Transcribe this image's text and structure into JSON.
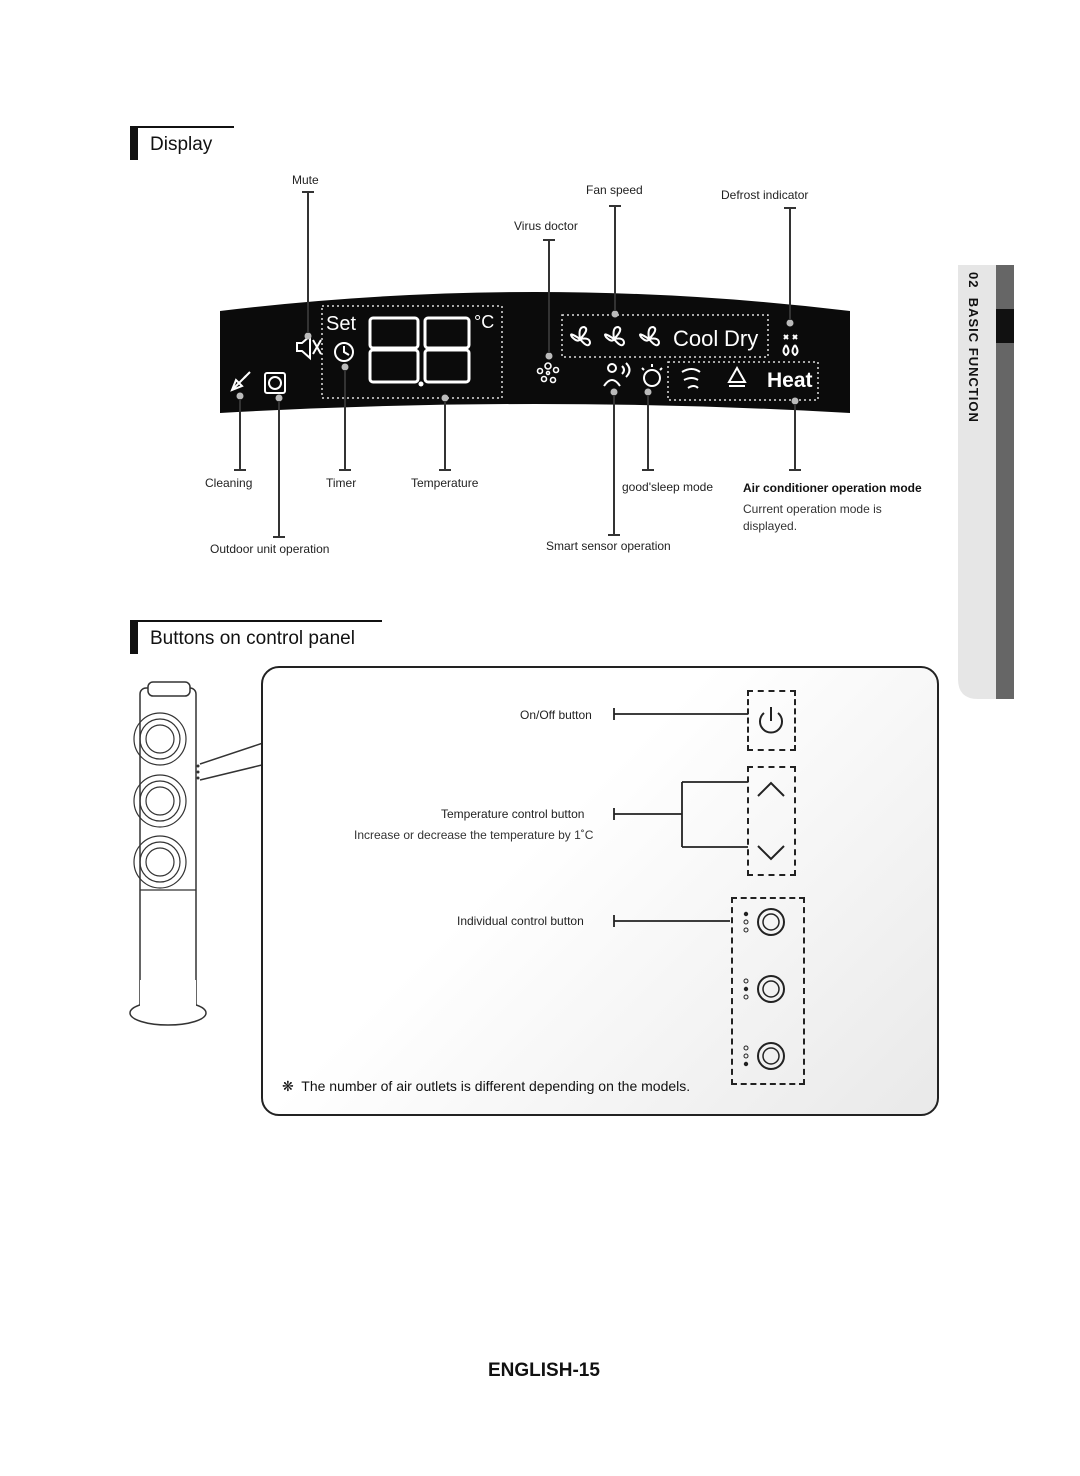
{
  "side_tab": {
    "number": "02",
    "title": "BASIC FUNCTION"
  },
  "display_section": {
    "title": "Display",
    "digits": "88",
    "panel_text": {
      "set": "Set",
      "unit": "°C",
      "cool": "Cool",
      "dry": "Dry",
      "heat": "Heat"
    },
    "labels": {
      "mute": "Mute",
      "virus_doctor": "Virus doctor",
      "fan_speed": "Fan speed",
      "defrost": "Defrost indicator",
      "cleaning": "Cleaning",
      "timer": "Timer",
      "temperature": "Temperature",
      "good_sleep": "good'sleep mode",
      "ac_mode": "Air conditioner operation mode",
      "ac_mode_desc_1": "Current operation mode is",
      "ac_mode_desc_2": "displayed.",
      "outdoor": "Outdoor unit operation",
      "smart_sensor": "Smart sensor operation"
    },
    "icons": [
      "mute-icon",
      "timer-icon",
      "cleaning-icon",
      "outdoor-unit-icon",
      "virus-doctor-icon",
      "fan-speed-icon",
      "smart-sensor-icon",
      "good-sleep-icon",
      "defrost-icon",
      "wind-free-icon",
      "fast-icon"
    ]
  },
  "buttons_section": {
    "title": "Buttons on control panel",
    "on_off": "On/Off button",
    "temp_control": "Temperature control button",
    "temp_control_desc": "Increase or decrease the temperature by 1˚C",
    "individual": "Individual control button",
    "note_symbol": "❋",
    "note": "The number of air outlets is different depending on the models."
  },
  "footer": {
    "page": "ENGLISH-15"
  },
  "colors": {
    "panel": "#111111",
    "frame": "#222222",
    "accent": "#ffffff"
  }
}
